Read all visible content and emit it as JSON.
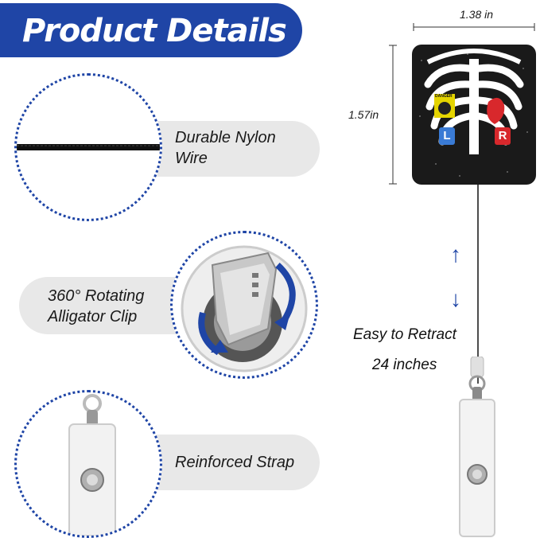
{
  "banner": {
    "title": "Product Details"
  },
  "features": [
    {
      "line1": "Durable Nylon",
      "line2": "Wire"
    },
    {
      "line1": "360° Rotating",
      "line2": "Alligator Clip"
    },
    {
      "line1": "Reinforced Strap"
    }
  ],
  "dimensions": {
    "width": "1.38 in",
    "height": "1.57in"
  },
  "badge": {
    "left_marker": "L",
    "right_marker": "R",
    "warning_label": "DANGER"
  },
  "retract": {
    "line1": "Easy to Retract",
    "line2": "24 inches"
  },
  "colors": {
    "accent": "#1f45a6",
    "pill": "#e8e8e8",
    "badge": "#1a1a1a"
  }
}
